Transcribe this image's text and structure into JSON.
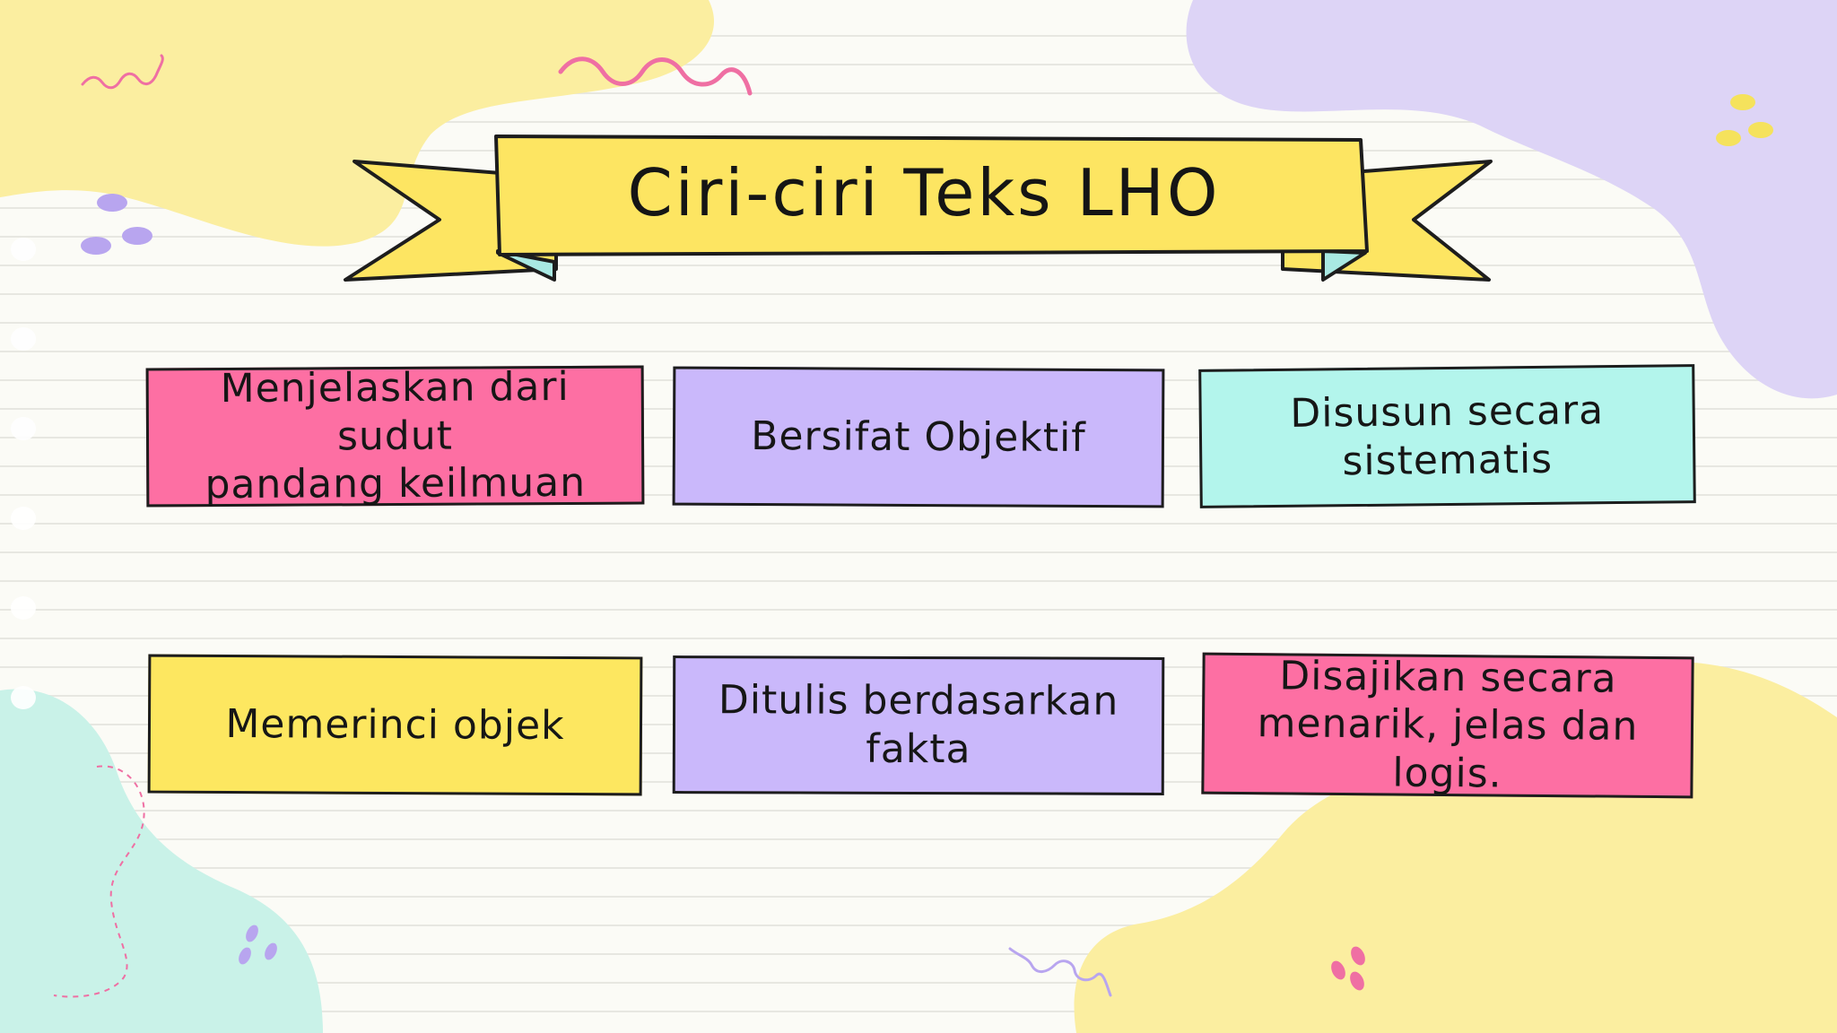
{
  "slide": {
    "title": "Ciri-ciri Teks LHO",
    "cards": [
      {
        "text": "Menjelaskan dari sudut\npandang keilmuan",
        "color": "#fd6fa3"
      },
      {
        "text": "Bersifat Objektif",
        "color": "#cab8fb"
      },
      {
        "text": "Disusun secara\nsistematis",
        "color": "#b3f5ec"
      },
      {
        "text": "Memerinci objek",
        "color": "#fde760"
      },
      {
        "text": "Ditulis berdasarkan\nfakta",
        "color": "#cab8fb"
      },
      {
        "text": "Disajikan secara\nmenarik, jelas dan logis.",
        "color": "#fd6fa3"
      }
    ]
  },
  "palette": {
    "blob_yellow": "#fbeea0",
    "blob_lilac": "#ddd4f6",
    "blob_aqua": "#c9f2e8",
    "ribbon": "#fde562",
    "ribbon_fold": "#a9e9e3",
    "squiggle_pink": "#ef6fa3",
    "squiggle_violet": "#b8a5ef"
  }
}
